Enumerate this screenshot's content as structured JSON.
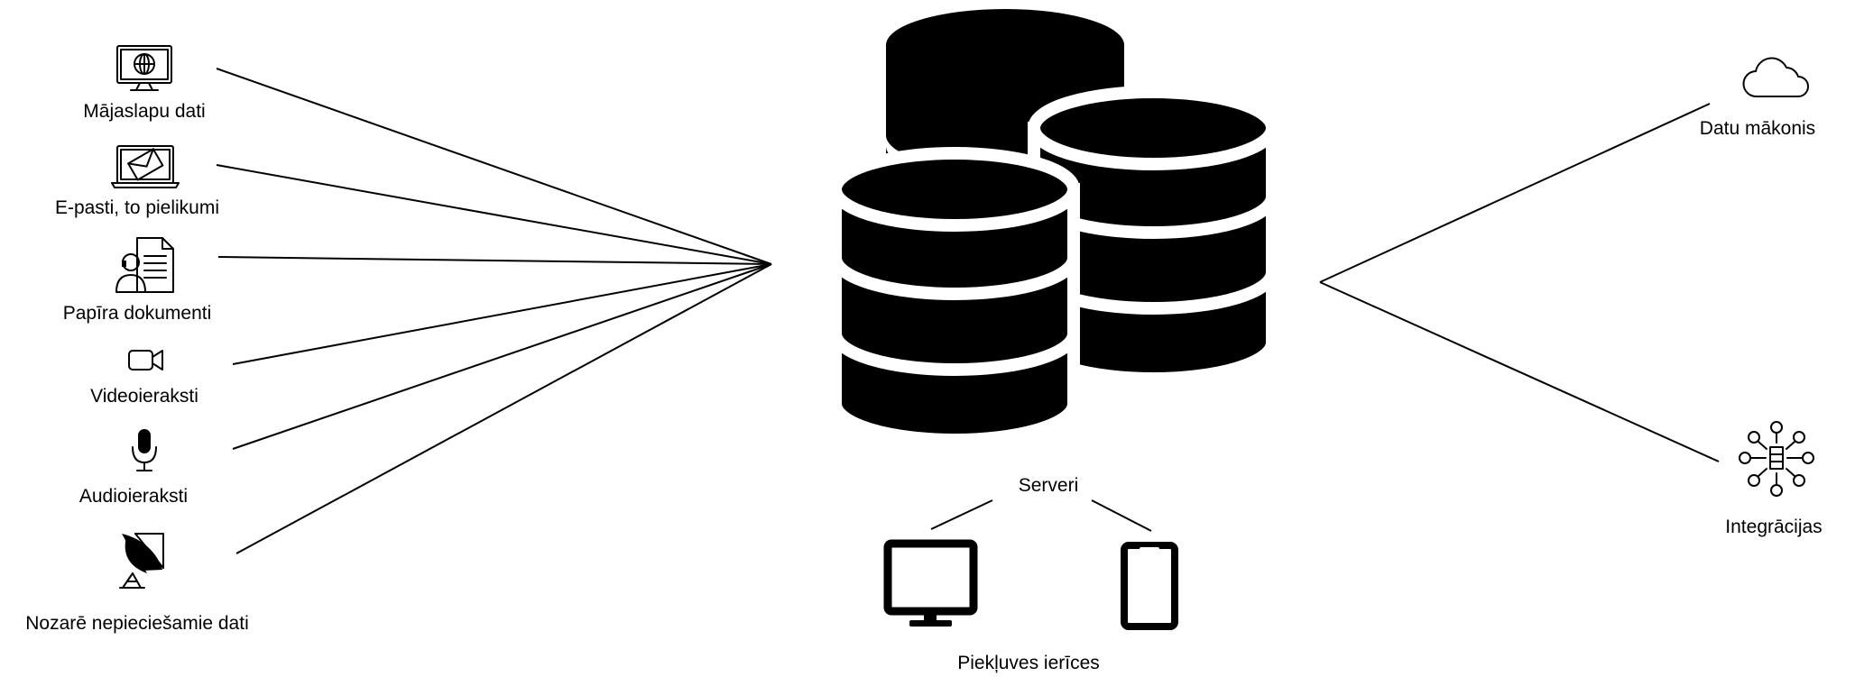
{
  "colors": {
    "ink": "#000000",
    "background": "#ffffff"
  },
  "sources": [
    {
      "label": "Mājaslapu dati",
      "icon": "web-monitor-icon"
    },
    {
      "label": "E-pasti, to pielikumi",
      "icon": "laptop-email-icon"
    },
    {
      "label": "Papīra dokumenti",
      "icon": "person-document-icon"
    },
    {
      "label": "Videoieraksti",
      "icon": "video-camera-icon"
    },
    {
      "label": "Audioieraksti",
      "icon": "microphone-icon"
    },
    {
      "label": "Nozarē nepieciešamie dati",
      "icon": "satellite-dish-icon"
    }
  ],
  "center": {
    "label": "Serveri",
    "icon": "database-stack-icon"
  },
  "devices": {
    "label": "Piekļuves ierīces",
    "icons": [
      "desktop-monitor-icon",
      "tablet-icon"
    ]
  },
  "outputs": [
    {
      "label": "Datu mākonis",
      "icon": "cloud-icon"
    },
    {
      "label": "Integrācijas",
      "icon": "network-hub-icon"
    }
  ]
}
